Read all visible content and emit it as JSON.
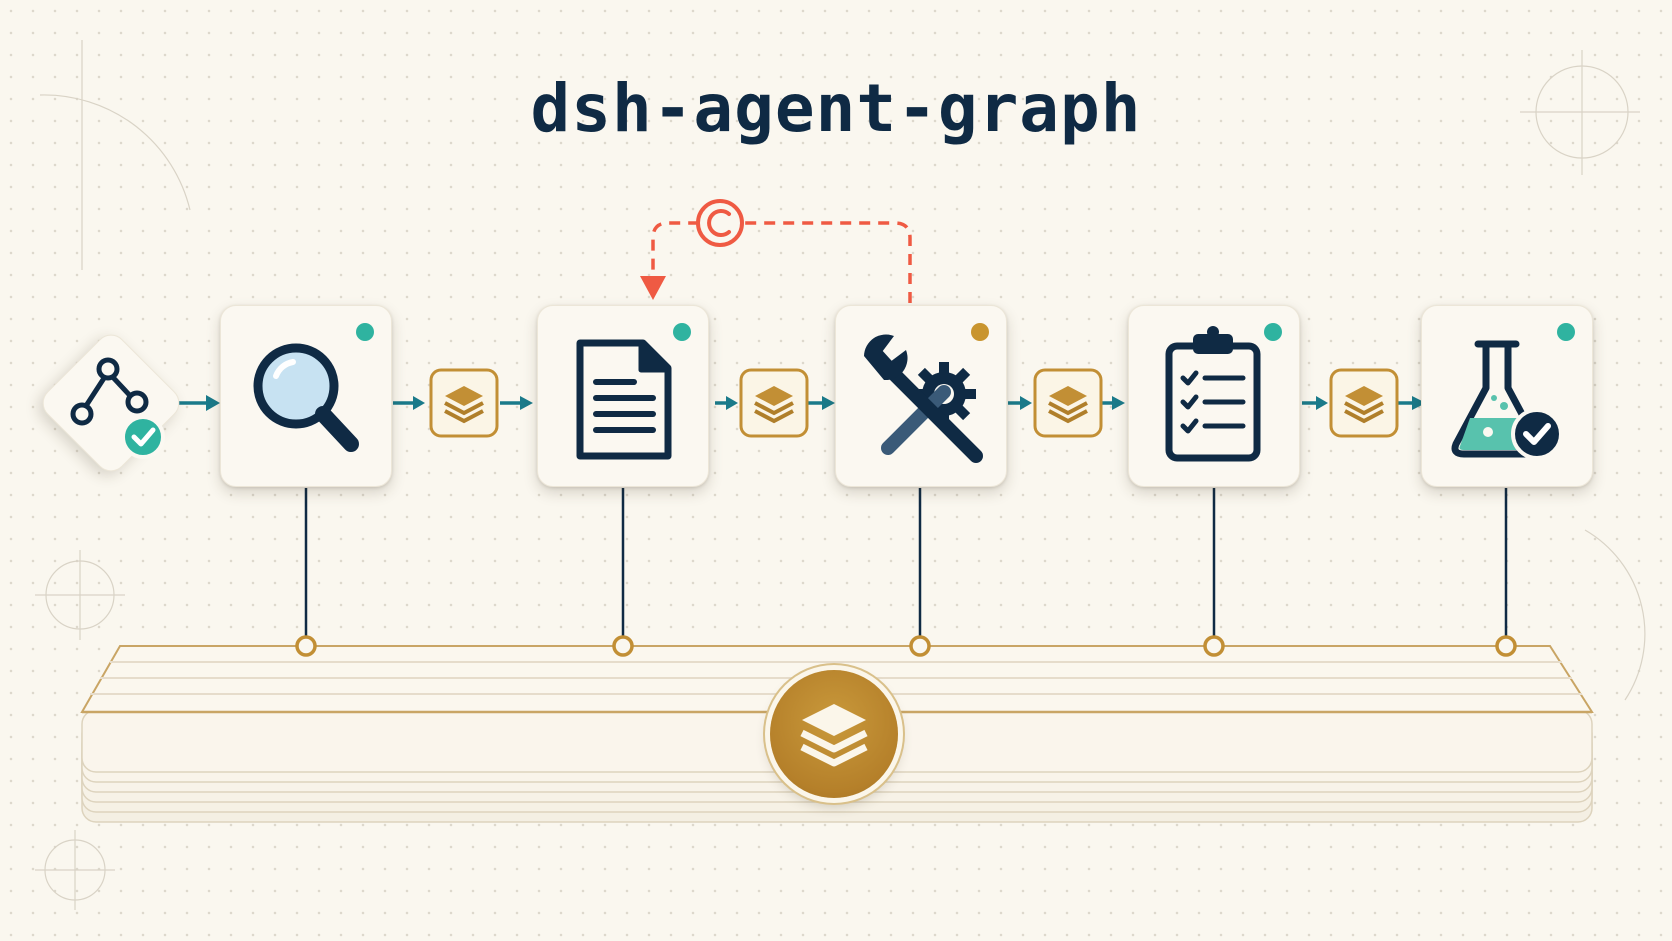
{
  "title": "dsh-agent-graph",
  "colors": {
    "navy": "#0f2a44",
    "teal_arrow": "#1a7a8a",
    "gold": "#c28f35",
    "loop_red": "#ef5a43",
    "status_green": "#2fb3a0",
    "status_amber": "#c9952f"
  },
  "nodes": [
    {
      "id": "start",
      "icon": "graph-check-icon"
    },
    {
      "id": "search",
      "icon": "magnifier-icon",
      "status": "green"
    },
    {
      "id": "document",
      "icon": "document-icon",
      "status": "green"
    },
    {
      "id": "tools",
      "icon": "wrench-gear-icon",
      "status": "amber"
    },
    {
      "id": "checklist",
      "icon": "clipboard-checklist-icon",
      "status": "green"
    },
    {
      "id": "test",
      "icon": "flask-check-icon",
      "status": "green"
    }
  ],
  "handoff_icon": "layers-icon",
  "loop": {
    "from": "tools",
    "to": "document",
    "icon": "copyright-like-icon"
  },
  "store_icon": "layers-icon"
}
